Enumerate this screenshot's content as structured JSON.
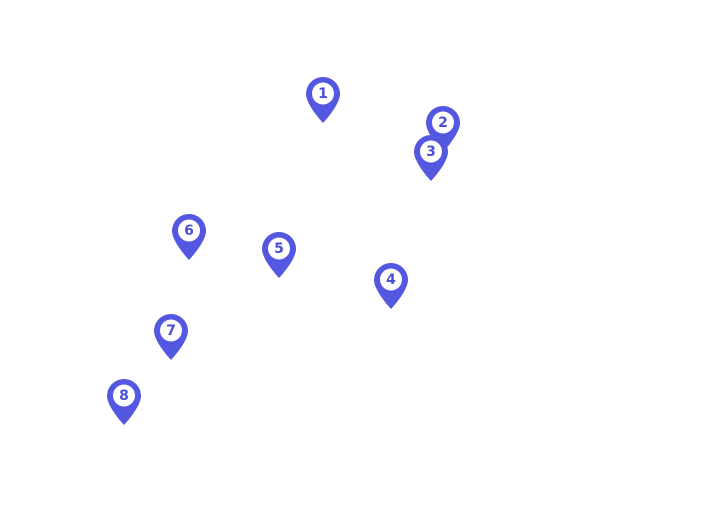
{
  "map": {
    "pin_color": "#5457e0",
    "markers": [
      {
        "label": "1"
      },
      {
        "label": "2"
      },
      {
        "label": "3"
      },
      {
        "label": "4"
      },
      {
        "label": "5"
      },
      {
        "label": "6"
      },
      {
        "label": "7"
      },
      {
        "label": "8"
      }
    ]
  }
}
